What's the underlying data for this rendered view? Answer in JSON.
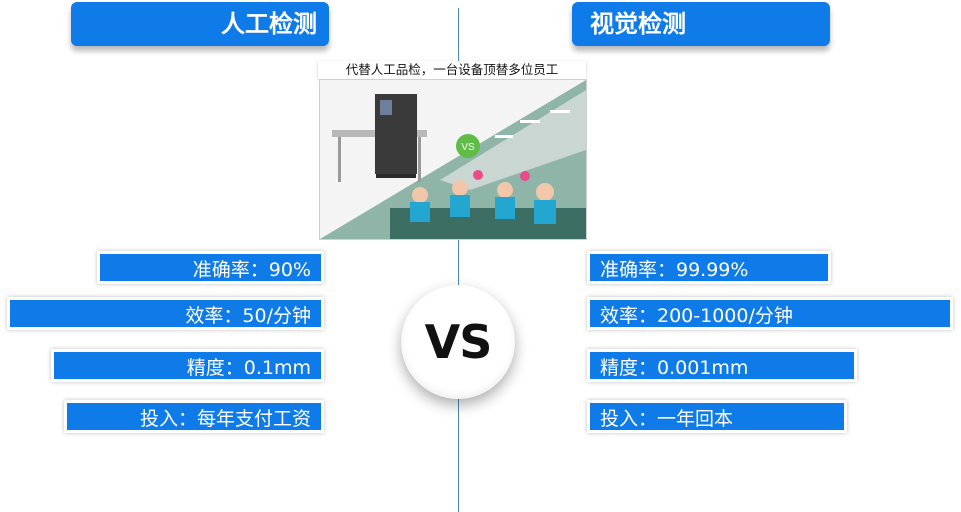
{
  "left": {
    "title": "人工检测",
    "stats": [
      "准确率：90%",
      "效率：50/分钟",
      "精度：0.1mm",
      "投入：每年支付工资"
    ]
  },
  "right": {
    "title": "视觉检测",
    "stats": [
      "准确率：99.99%",
      "效率：200-1000/分钟",
      "精度：0.001mm",
      "投入：一年回本"
    ]
  },
  "image": {
    "caption": "代替人工品检，一台设备顶替多位员工",
    "badge": "VS"
  },
  "center": {
    "vs": "VS"
  },
  "colors": {
    "accent": "#0f7be8",
    "divider": "#4a89b8"
  }
}
